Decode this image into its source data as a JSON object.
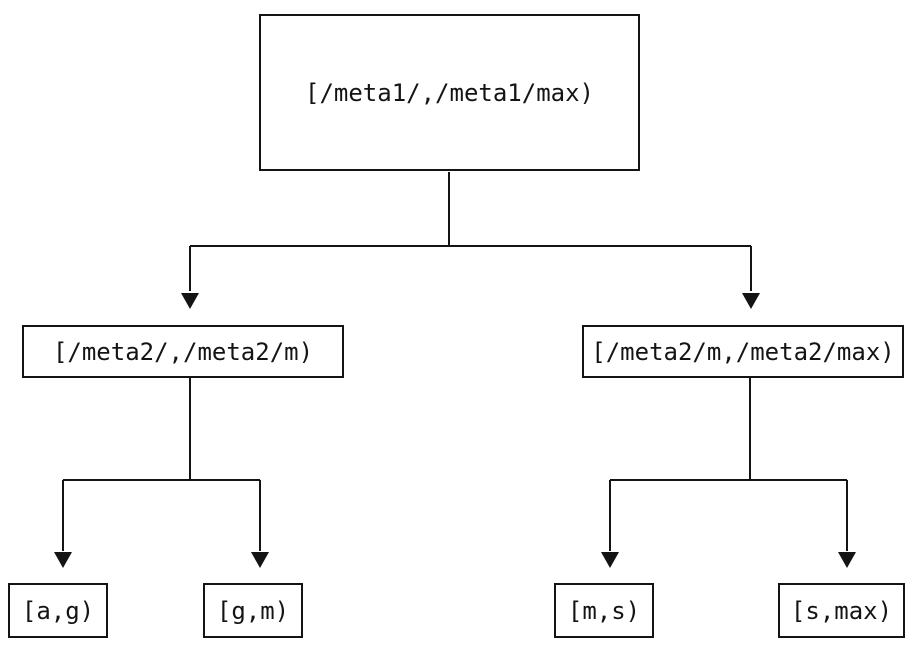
{
  "diagram": {
    "type": "binary-interval-tree",
    "line_color": "#141414",
    "background_color": "#ffffff",
    "root": {
      "label": "[/meta1/,/meta1/max)"
    },
    "level2": [
      {
        "label": "[/meta2/,/meta2/m)"
      },
      {
        "label": "[/meta2/m,/meta2/max)"
      }
    ],
    "leaves": [
      {
        "label": "[a,g)"
      },
      {
        "label": "[g,m)"
      },
      {
        "label": "[m,s)"
      },
      {
        "label": "[s,max)"
      }
    ],
    "edges": [
      {
        "from": "[/meta1/,/meta1/max)",
        "to": "[/meta2/,/meta2/m)"
      },
      {
        "from": "[/meta1/,/meta1/max)",
        "to": "[/meta2/m,/meta2/max)"
      },
      {
        "from": "[/meta2/,/meta2/m)",
        "to": "[a,g)"
      },
      {
        "from": "[/meta2/,/meta2/m)",
        "to": "[g,m)"
      },
      {
        "from": "[/meta2/m,/meta2/max)",
        "to": "[m,s)"
      },
      {
        "from": "[/meta2/m,/meta2/max)",
        "to": "[s,max)"
      }
    ]
  }
}
